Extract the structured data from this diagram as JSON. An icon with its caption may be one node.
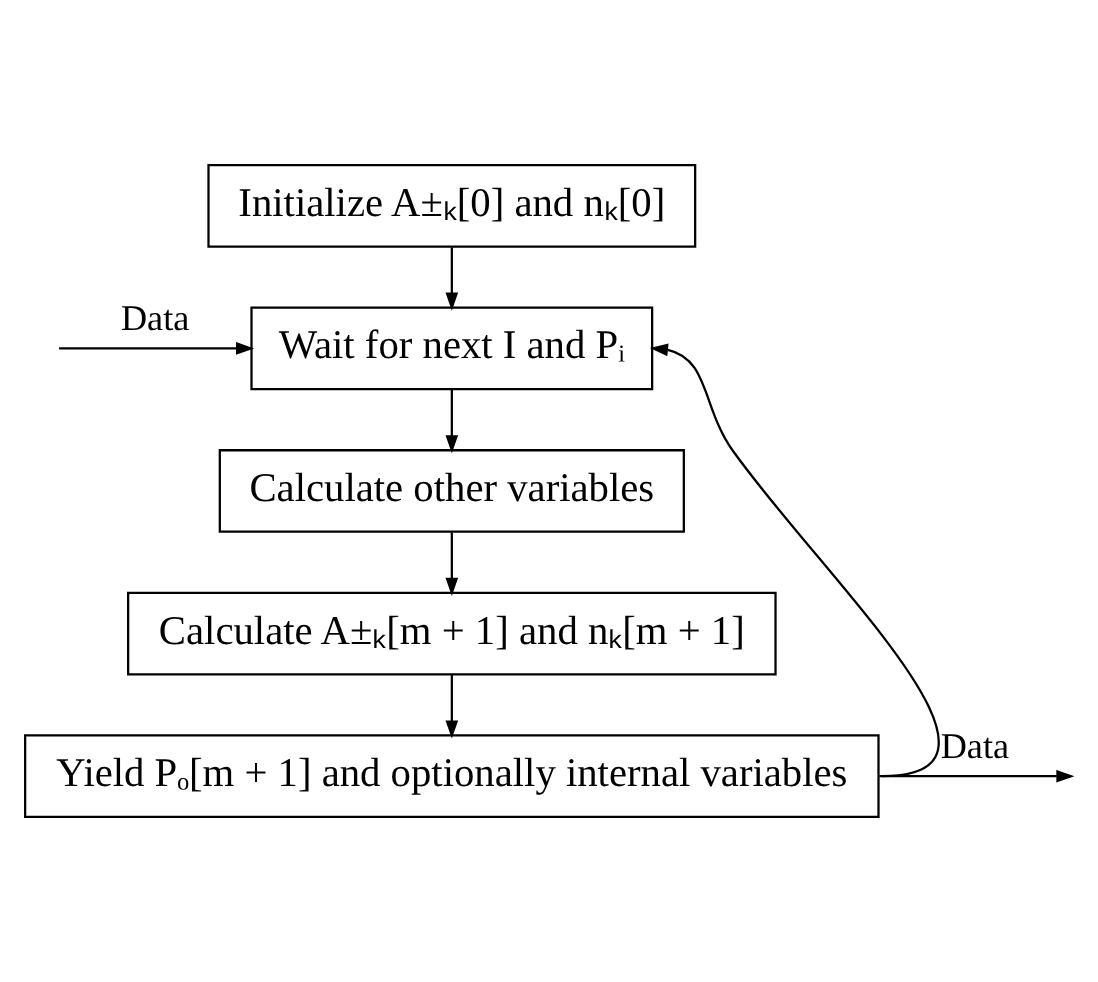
{
  "diagram": {
    "nodes": [
      {
        "text": [
          "Initialize A±ₖ[0] and nₖ[0]"
        ]
      },
      {
        "text": [
          "Wait for next I and Pᵢ"
        ]
      },
      {
        "text": [
          "Calculate other variables"
        ]
      },
      {
        "text": [
          "Calculate A±ₖ[m + 1] and nₖ[m + 1]"
        ]
      },
      {
        "text": [
          "Yield Pₒ[m + 1] and optionally internal variables"
        ]
      }
    ],
    "edges": [
      {
        "from": 0,
        "to": 1,
        "arrow": "to"
      },
      {
        "from": 1,
        "to": 2,
        "arrow": "to"
      },
      {
        "from": 2,
        "to": 3,
        "arrow": "to"
      },
      {
        "from": 3,
        "to": 4,
        "arrow": "to"
      },
      {
        "from": null,
        "to": 1,
        "arrow": "to",
        "label": "Data"
      },
      {
        "from": 4,
        "to": null,
        "arrow": "to",
        "label": "Data"
      },
      {
        "from": 4,
        "to": 1,
        "arrow": "to"
      }
    ]
  }
}
